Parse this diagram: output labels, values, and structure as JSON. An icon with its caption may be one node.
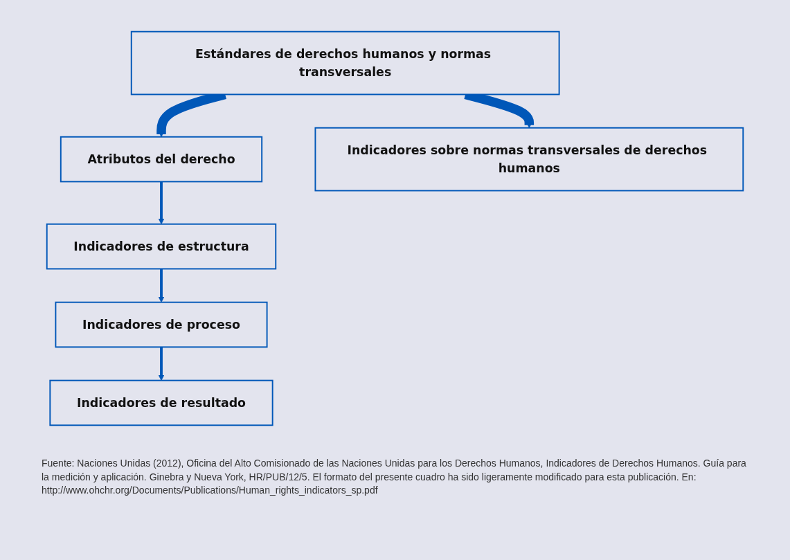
{
  "diagram": {
    "caption": "Fuente: Naciones Unidas (2012), Oficina del Alto Comisionado de las Naciones Unidas para los Derechos Humanos, Indicadores de Derechos Humanos. Guía para la medición y aplicación. Ginebra y Nueva York, HR/PUB/12/5. El formato del presente cuadro ha sido ligeramente modificado para esta publicación. En: http://www.ohchr.org/Documents/Publications/Human_rights_indicators_sp.pdf",
    "nodes": [
      {
        "text": [
          "Estándares de derechos humanos y normas transversales"
        ]
      },
      {
        "text": [
          "Atributos del derecho"
        ]
      },
      {
        "text": [
          "Indicadores de estructura"
        ]
      },
      {
        "text": [
          "Indicadores de proceso"
        ]
      },
      {
        "text": [
          "Indicadores de resultado"
        ]
      },
      {
        "text": [
          "Indicadores sobre normas transversales de derechos humanos"
        ]
      }
    ],
    "edges": [
      {
        "from": 0,
        "to": 1,
        "arrow": "to",
        "style": "thick"
      },
      {
        "from": 1,
        "to": 2,
        "arrow": "to"
      },
      {
        "from": 2,
        "to": 3,
        "arrow": "to"
      },
      {
        "from": 3,
        "to": 4,
        "arrow": "to"
      },
      {
        "from": 0,
        "to": 5,
        "arrow": "to",
        "style": "thick"
      }
    ]
  }
}
